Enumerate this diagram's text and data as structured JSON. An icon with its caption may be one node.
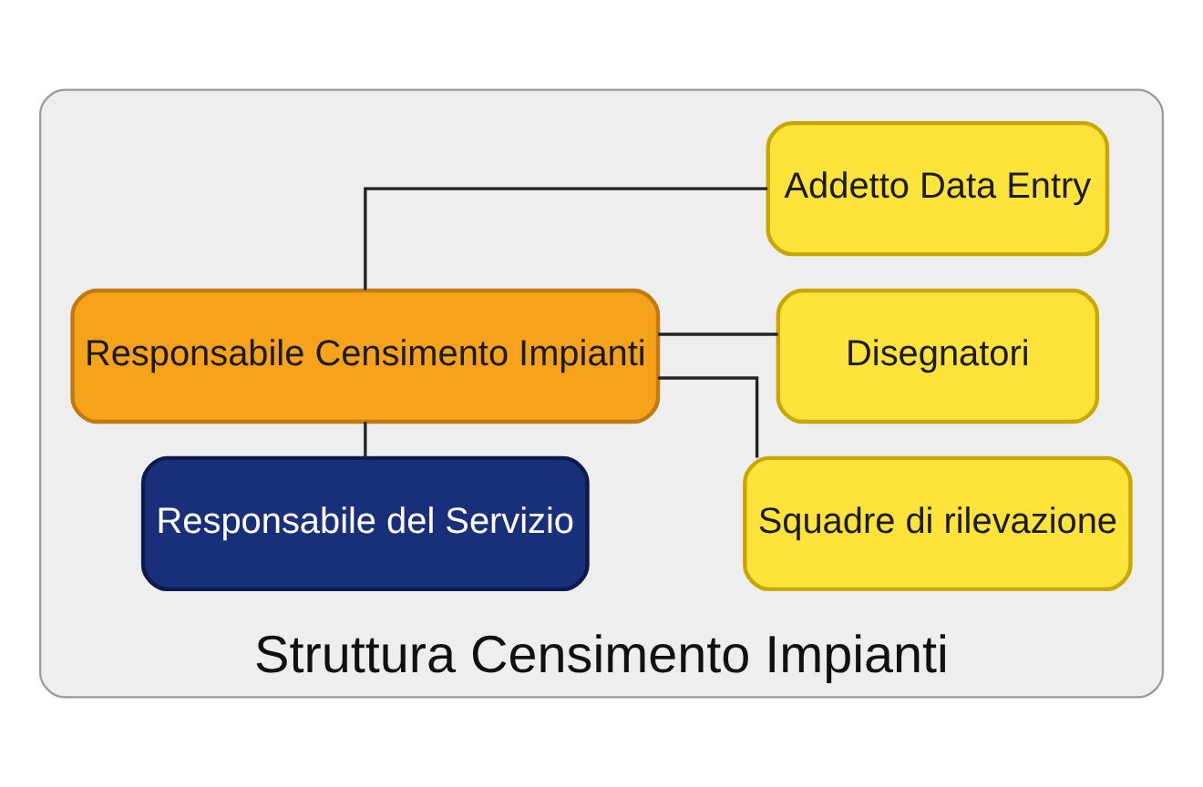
{
  "diagram": {
    "nodes": [
      {
        "text": [
          "Struttura Censimento Impianti"
        ]
      },
      {
        "text": [
          "Responsabile del Servizio"
        ],
        "in": 0
      },
      {
        "text": [
          "Responsabile Censimento Impianti"
        ],
        "in": 0
      },
      {
        "text": [
          "Squadre di rilevazione"
        ],
        "in": 0
      },
      {
        "text": [
          "Disegnatori"
        ],
        "in": 0
      },
      {
        "text": [
          "Addetto Data Entry"
        ],
        "in": 0
      }
    ],
    "edges": [
      {
        "from": 1,
        "to": 2,
        "arrow": "none"
      },
      {
        "from": 2,
        "to": 3,
        "arrow": "none"
      },
      {
        "from": 2,
        "to": 4,
        "arrow": "none"
      },
      {
        "from": 2,
        "to": 5,
        "arrow": "none"
      }
    ]
  }
}
